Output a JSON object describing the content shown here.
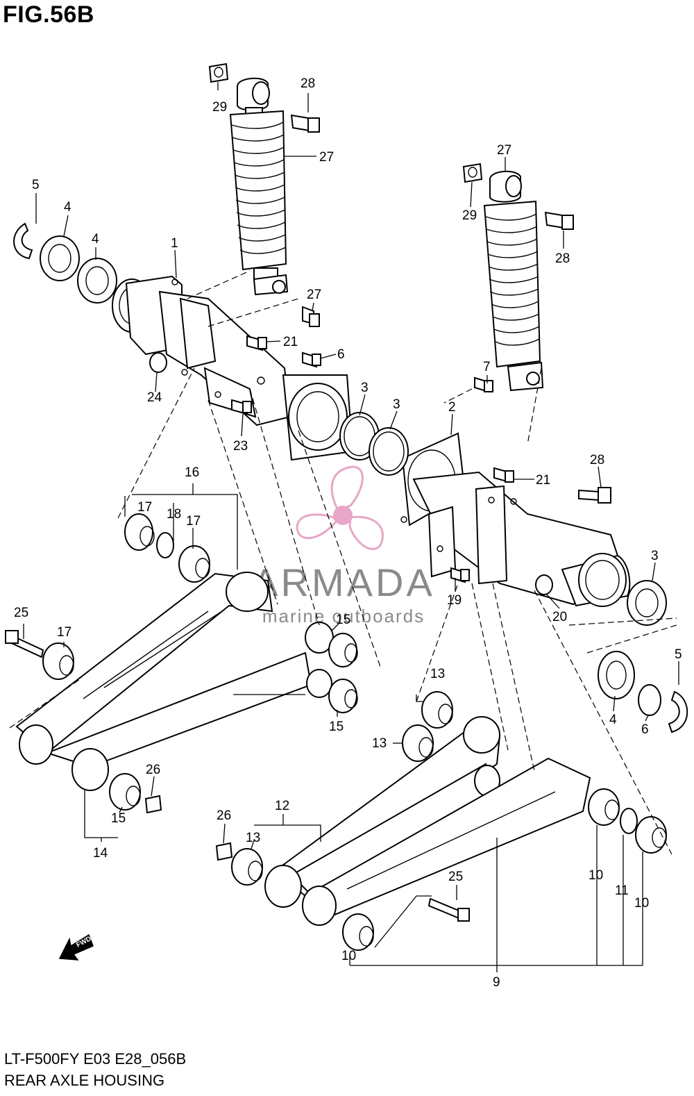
{
  "figure": {
    "title": "FIG.56B",
    "model_code": "LT-F500FY E03 E28_056B",
    "name": "REAR AXLE HOUSING"
  },
  "watermark": {
    "brand": "ARMADA",
    "tagline": "marine outboards",
    "logo_color": "#e8a6c8",
    "text_color": "#8a8a8a"
  },
  "fwd_label": "FWD",
  "labels": {
    "l1": "1",
    "l2": "2",
    "l3a": "3",
    "l3b": "3",
    "l3c": "3",
    "l4a": "4",
    "l4b": "4",
    "l4c": "4",
    "l5a": "5",
    "l5b": "5",
    "l6a": "6",
    "l6b": "6",
    "l7": "7",
    "l9": "9",
    "l10a": "10",
    "l10b": "10",
    "l10c": "10",
    "l11": "11",
    "l12": "12",
    "l13a": "13",
    "l13b": "13",
    "l13c": "13",
    "l14": "14",
    "l15a": "15",
    "l15b": "15",
    "l15c": "15",
    "l16": "16",
    "l17a": "17",
    "l17b": "17",
    "l17c": "17",
    "l18": "18",
    "l19": "19",
    "l20": "20",
    "l21a": "21",
    "l21b": "21",
    "l23": "23",
    "l24": "24",
    "l25a": "25",
    "l25b": "25",
    "l26a": "26",
    "l26b": "26",
    "l27a": "27",
    "l27b": "27",
    "l27c": "27",
    "l28a": "28",
    "l28b": "28",
    "l28c": "28",
    "l29a": "29",
    "l29b": "29"
  }
}
